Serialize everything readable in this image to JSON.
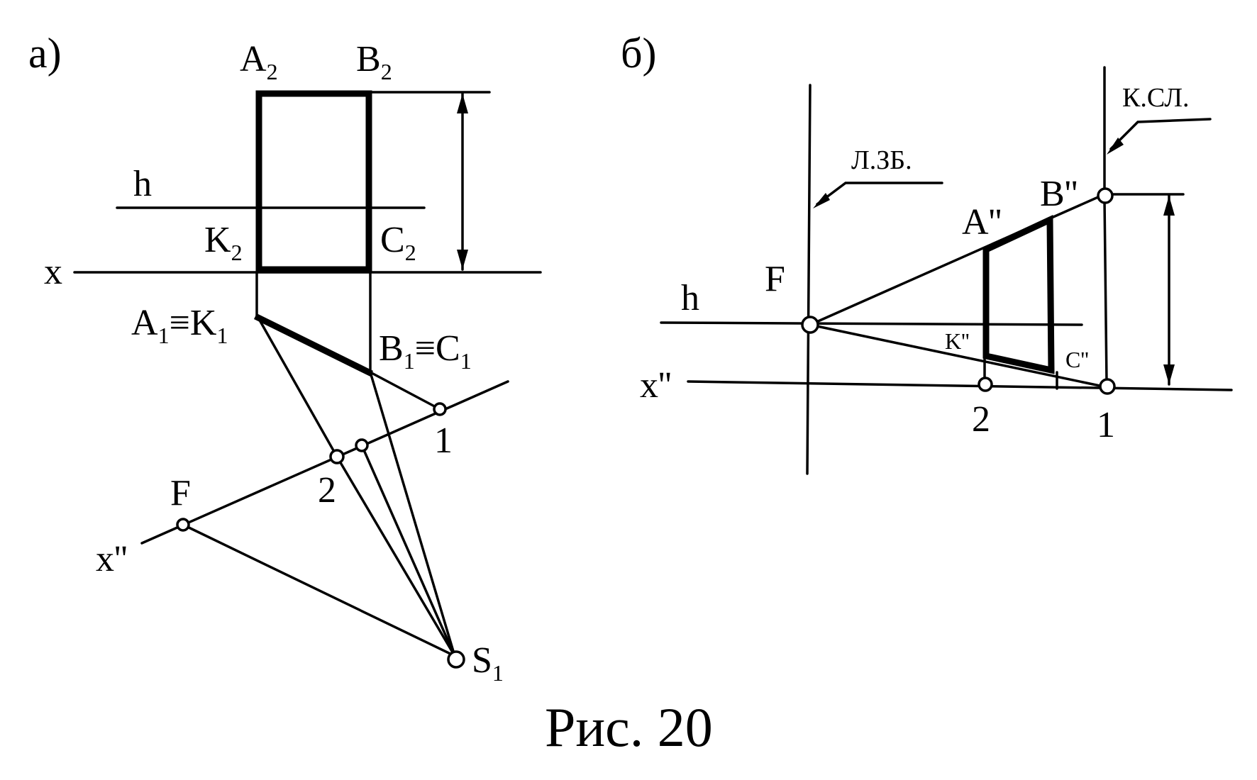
{
  "figure": {
    "caption": "Рис. 20",
    "panel_a": {
      "title": "а)",
      "labels": {
        "A2": {
          "main": "A",
          "sub": "2"
        },
        "B2": {
          "main": "B",
          "sub": "2"
        },
        "h": "h",
        "K2": {
          "main": "K",
          "sub": "2"
        },
        "C2": {
          "main": "C",
          "sub": "2"
        },
        "x": "x",
        "A1K1": {
          "a": "A",
          "a_sub": "1",
          "eq": "≡",
          "k": "K",
          "k_sub": "1"
        },
        "B1C1": {
          "b": "B",
          "b_sub": "1",
          "eq": "≡",
          "c": "C",
          "c_sub": "1"
        },
        "n1": "1",
        "n2": "2",
        "F": "F",
        "x2": "x''",
        "S1": {
          "main": "S",
          "sub": "1"
        }
      }
    },
    "panel_b": {
      "title": "б)",
      "labels": {
        "ksl": "К.СЛ.",
        "lzb": "Л.ЗБ.",
        "B": "B''",
        "A": "A''",
        "F": "F",
        "h": "h",
        "K": "K''",
        "C": "C''",
        "x2": "x''",
        "n2": "2",
        "n1": "1"
      }
    }
  }
}
